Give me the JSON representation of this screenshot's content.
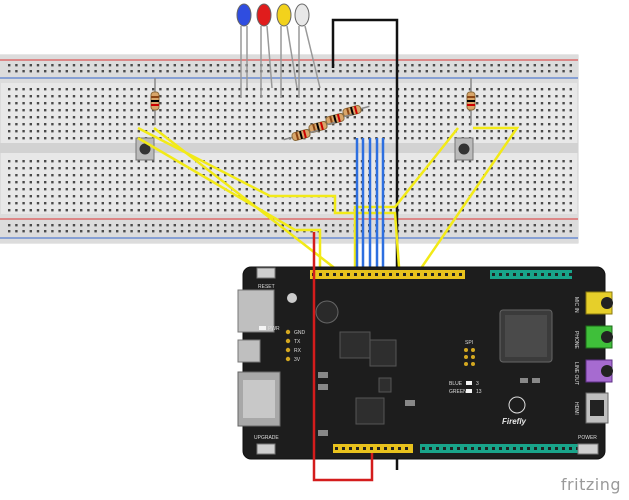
{
  "watermark": "fritzing",
  "board": {
    "brand": "Firefly",
    "reset_label": "RESET",
    "upgrade_label": "UPGRADE",
    "power_label": "POWER",
    "pwr_label": "PWR",
    "uart_labels": [
      "GND",
      "TX",
      "RX",
      "3V"
    ],
    "spi_label": "SPI",
    "led_labels": [
      "BLUE",
      "GREEN"
    ],
    "led_numbers": [
      "3",
      "13"
    ],
    "jack_labels": [
      "MIC IN",
      "PHONE",
      "LINE OUT",
      "HDMI"
    ]
  },
  "colors": {
    "board": "#1d1d1d",
    "header_yellow": "#e8c21d",
    "header_teal": "#19a48a",
    "wire_yellow": "#f2ea17",
    "wire_blue": "#2d6fe0",
    "wire_red": "#d41c1c",
    "wire_black": "#111111",
    "breadboard": "#e9e9e9",
    "rail_red": "#d33",
    "rail_blue": "#36c",
    "jack_yellow": "#e6cf2a",
    "jack_green": "#3fbf3a",
    "jack_purple": "#a66bd0"
  },
  "leds": [
    "blue",
    "red",
    "yellow",
    "white"
  ]
}
